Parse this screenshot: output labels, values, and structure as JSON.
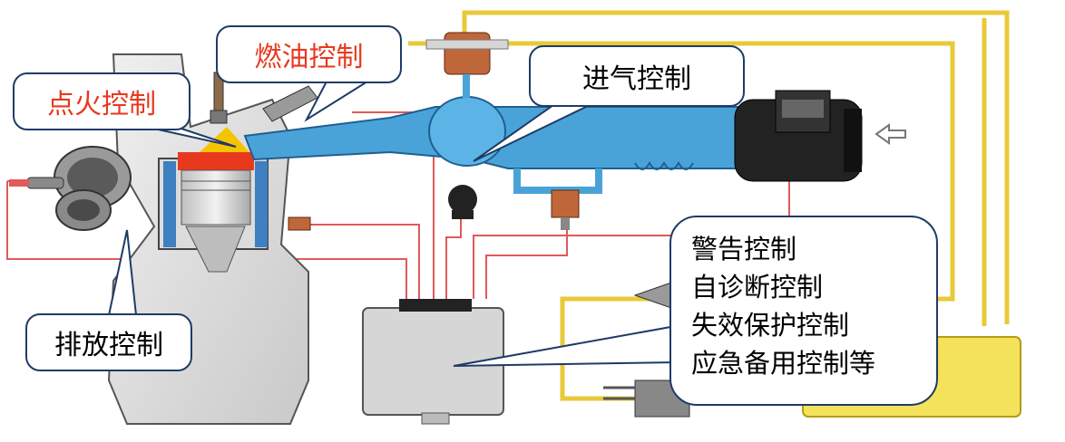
{
  "labels": {
    "fuel_control": "燃油控制",
    "ignition_control": "点火控制",
    "intake_control": "进气控制",
    "exhaust_control": "排放控制",
    "other_controls": [
      "警告控制",
      "自诊断控制",
      "失效保护控制",
      "应急备用控制等"
    ]
  },
  "colors": {
    "intake_pipe": "#4aa3d8",
    "wiring_red": "#e05a5a",
    "wiring_yellow": "#e9c93a",
    "callout_border": "#1f3b66",
    "highlight_text": "#e8391f",
    "fuel_tank": "#f4e25a",
    "engine_body": "#d6d6d6"
  }
}
